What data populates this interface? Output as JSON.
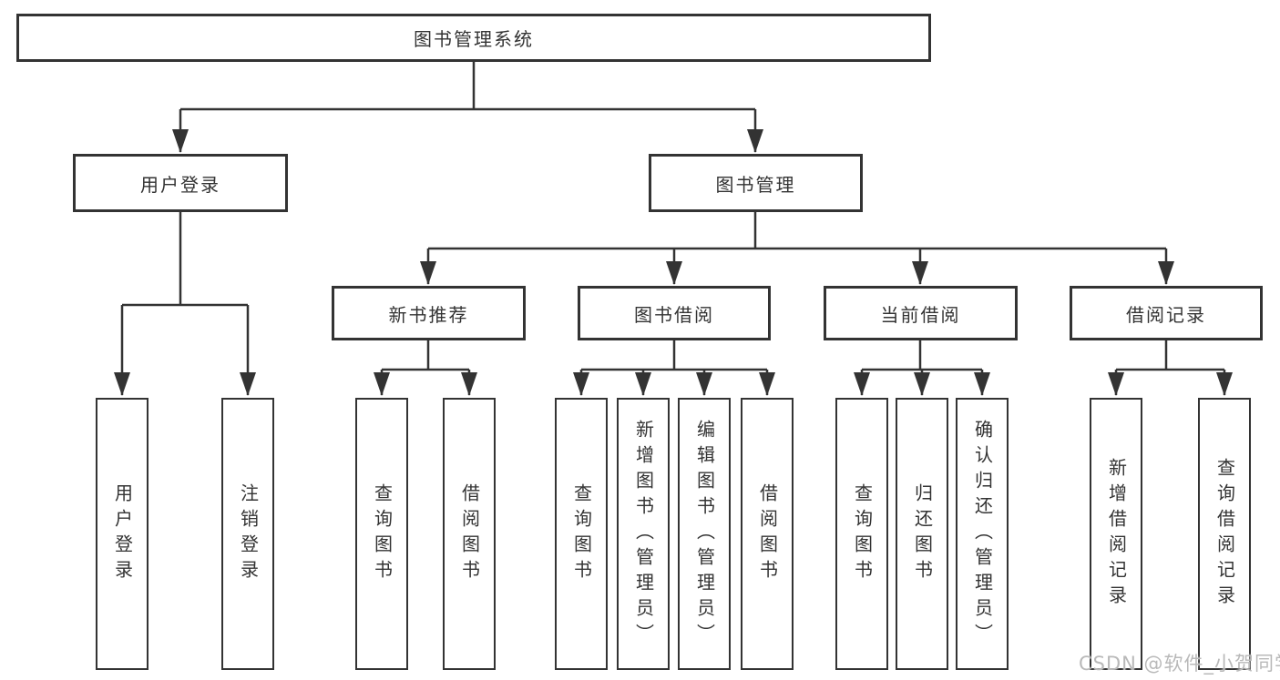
{
  "diagram": {
    "root": {
      "label": "图书管理系统"
    },
    "level2": [
      {
        "label": "用户登录"
      },
      {
        "label": "图书管理"
      }
    ],
    "level3": [
      {
        "label": "新书推荐"
      },
      {
        "label": "图书借阅"
      },
      {
        "label": "当前借阅"
      },
      {
        "label": "借阅记录"
      }
    ],
    "leaves": {
      "user_login": [
        "用户登录",
        "注销登录"
      ],
      "new_book": [
        "查询图书",
        "借阅图书"
      ],
      "book_borrow": [
        "查询图书",
        "新增图书（管理员）",
        "编辑图书（管理员）",
        "借阅图书"
      ],
      "current_borrow": [
        "查询图书",
        "归还图书",
        "确认归还（管理员）"
      ],
      "borrow_record": [
        "新增借阅记录",
        "查询借阅记录"
      ]
    }
  },
  "watermark": {
    "text": "CSDN @软件_小贺同学",
    "color": "#b9b9b9"
  },
  "colors": {
    "line": "#333333",
    "box_border": "#333333",
    "text": "#333333",
    "background": "#ffffff"
  }
}
